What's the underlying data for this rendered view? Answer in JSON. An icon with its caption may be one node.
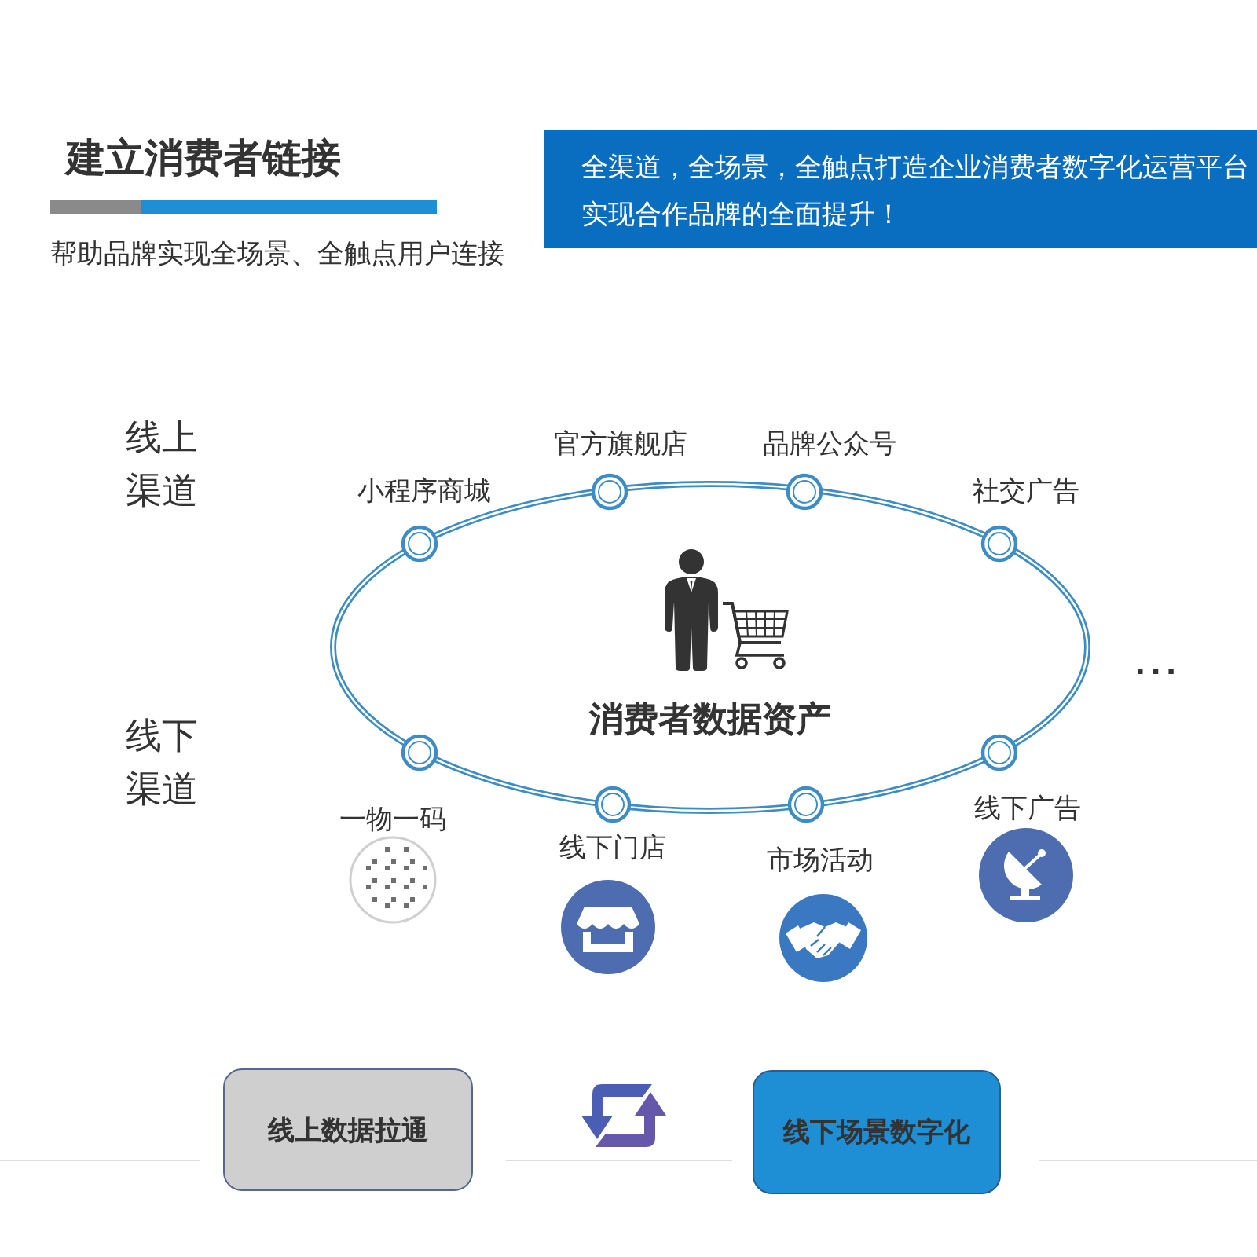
{
  "diagram": {
    "title": "建立消费者链接",
    "nodes": [
      {
        "text": [
          "全渠道，全场景，全触点打造企业消费者数字化运营平台实现合作品牌的全面提升！"
        ]
      },
      {
        "text": [
          "消费者数据资产"
        ]
      },
      {
        "text": [
          "线上数据拉通"
        ]
      },
      {
        "text": [
          "线下场景数字化"
        ]
      }
    ],
    "labels": [
      "帮助品牌实现全场景、全触点用户连接",
      "线上渠道",
      "小程序商城",
      "官方旗舰店",
      "品牌公众号",
      "社交广告",
      "...",
      "线下渠道",
      "一物一码",
      "线下门店",
      "市场活动",
      "线下广告"
    ]
  }
}
